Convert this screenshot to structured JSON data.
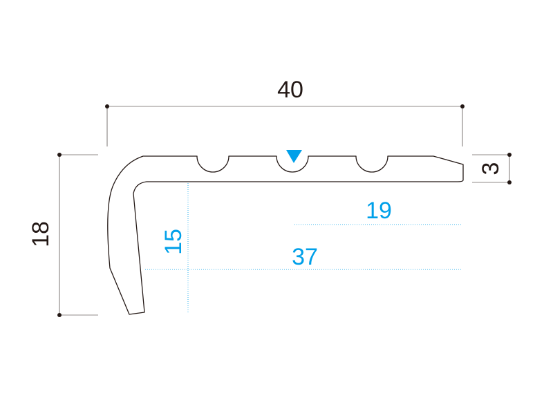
{
  "diagram": {
    "dimensions": {
      "overall_width": "40",
      "overall_height": "18",
      "top_thickness": "3",
      "inner_height": "15",
      "leg_width": "37",
      "groove_offset": "19"
    },
    "colors": {
      "outline": "#231815",
      "dimension_black": "#231815",
      "dimension_blue": "#00a0e9",
      "marker": "#00a0e9"
    }
  }
}
